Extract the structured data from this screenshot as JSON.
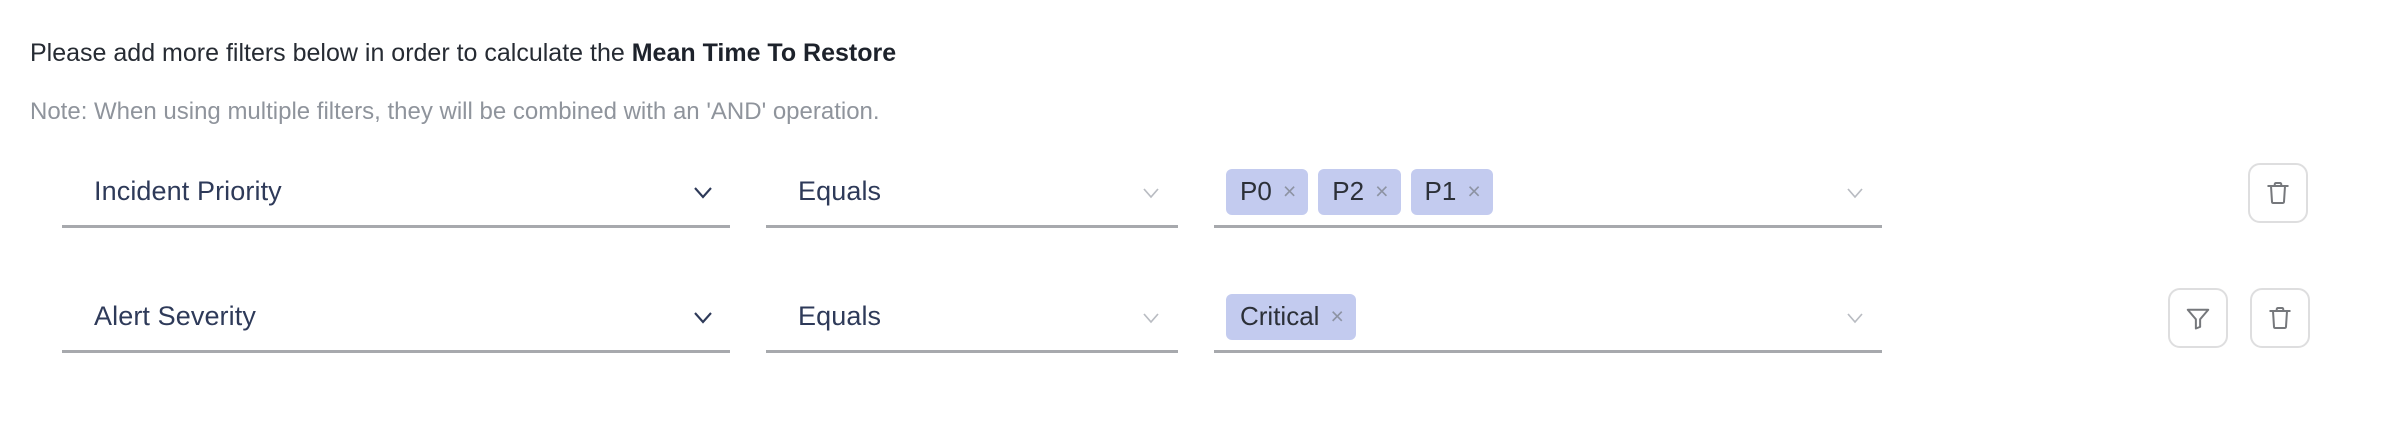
{
  "heading": {
    "prefix": "Please add more filters below in order to calculate the ",
    "metric": "Mean Time To Restore"
  },
  "note": "Note: When using multiple filters, they will be combined with an 'AND' operation.",
  "colors": {
    "heading_text": "#262b33",
    "note_text": "#8f949c",
    "field_text": "#2e3a59",
    "chip_background": "#c3cbef",
    "chip_text": "#2c3038",
    "chip_remove": "#8d93a3",
    "underline": "#a7a9ad",
    "button_border": "#dededf",
    "button_icon": "#76787c"
  },
  "filters": [
    {
      "attribute": "Incident Priority",
      "operator": "Equals",
      "values": [
        "P0",
        "P2",
        "P1"
      ],
      "remove_label": "×",
      "buttons": [
        {
          "name": "delete-filter-button",
          "icon": "trash-icon"
        }
      ]
    },
    {
      "attribute": "Alert Severity",
      "operator": "Equals",
      "values": [
        "Critical"
      ],
      "remove_label": "×",
      "buttons": [
        {
          "name": "add-filter-button",
          "icon": "funnel-icon"
        },
        {
          "name": "delete-filter-button",
          "icon": "trash-icon"
        }
      ]
    }
  ],
  "icons": {
    "chevron_down": "chevron-down-icon",
    "trash": "trash-icon",
    "funnel": "funnel-icon"
  }
}
